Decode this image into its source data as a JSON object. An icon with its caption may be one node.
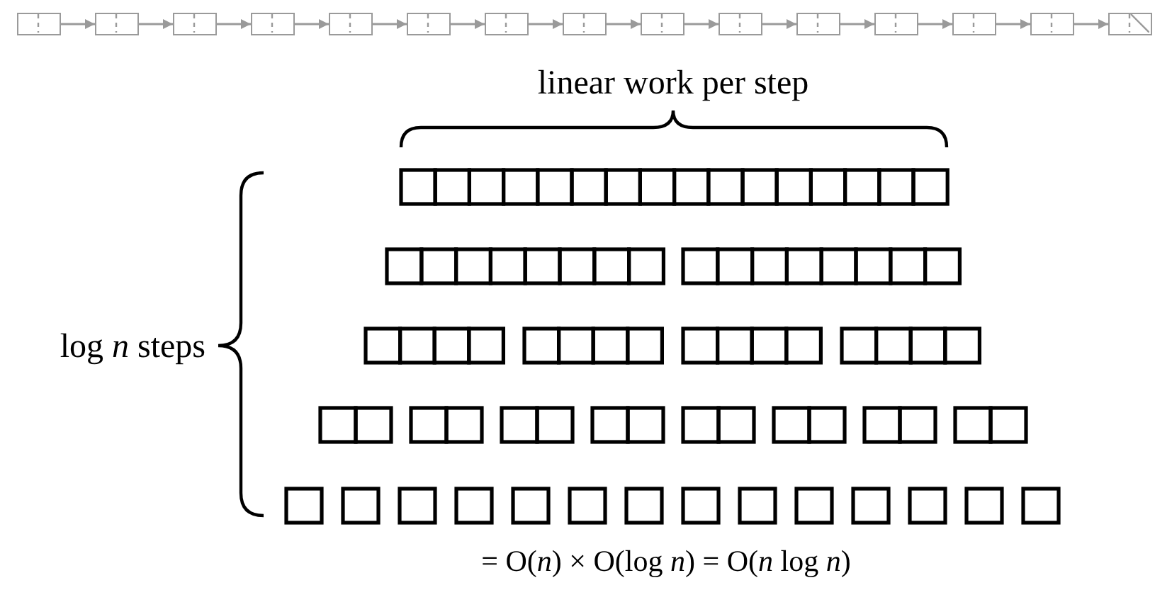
{
  "diagram": {
    "nodes": [
      {
        "text": [],
        "shape": "box"
      },
      {
        "text": [],
        "shape": "box"
      },
      {
        "text": [],
        "shape": "box"
      },
      {
        "text": [],
        "shape": "box"
      },
      {
        "text": [],
        "shape": "box"
      },
      {
        "text": [],
        "shape": "box"
      },
      {
        "text": [],
        "shape": "box"
      },
      {
        "text": [],
        "shape": "box"
      },
      {
        "text": [],
        "shape": "box"
      },
      {
        "text": [],
        "shape": "box"
      },
      {
        "text": [],
        "shape": "box"
      },
      {
        "text": [],
        "shape": "box"
      },
      {
        "text": [],
        "shape": "box"
      },
      {
        "text": [],
        "shape": "box"
      },
      {
        "text": [],
        "shape": "box"
      }
    ],
    "edges": [
      {
        "from": 0,
        "to": 1,
        "arrow": "to"
      },
      {
        "from": 1,
        "to": 2,
        "arrow": "to"
      },
      {
        "from": 2,
        "to": 3,
        "arrow": "to"
      },
      {
        "from": 3,
        "to": 4,
        "arrow": "to"
      },
      {
        "from": 4,
        "to": 5,
        "arrow": "to"
      },
      {
        "from": 5,
        "to": 6,
        "arrow": "to"
      },
      {
        "from": 6,
        "to": 7,
        "arrow": "to"
      },
      {
        "from": 7,
        "to": 8,
        "arrow": "to"
      },
      {
        "from": 8,
        "to": 9,
        "arrow": "to"
      },
      {
        "from": 9,
        "to": 10,
        "arrow": "to"
      },
      {
        "from": 10,
        "to": 11,
        "arrow": "to"
      },
      {
        "from": 11,
        "to": 12,
        "arrow": "to"
      },
      {
        "from": 12,
        "to": 13,
        "arrow": "to"
      },
      {
        "from": 13,
        "to": 14,
        "arrow": "to"
      }
    ],
    "labels": [
      "linear work per step",
      "log *n* steps",
      "= O(*n*) × O(log *n*) = O(*n* log *n*)"
    ]
  }
}
